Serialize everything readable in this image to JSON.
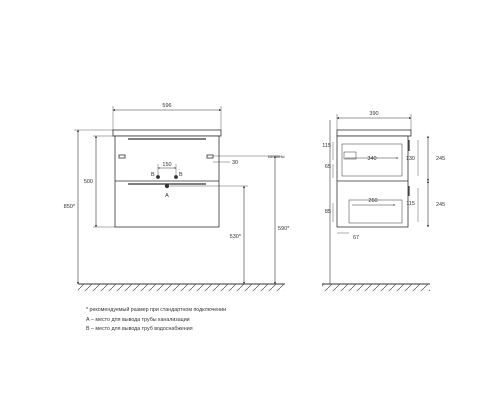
{
  "front": {
    "width_label": "596",
    "height_label": "500",
    "total_height_label": "850*",
    "pipe_spacing_label": "150",
    "side_offset_label": "30",
    "outlet_height_a": "530*",
    "outlet_height_b": "590*",
    "marker_b_left": "B",
    "marker_b_right": "B",
    "marker_a": "A",
    "side_note": "колонны"
  },
  "side": {
    "depth_label": "390",
    "top_gap_label": "115",
    "upper_gap_label": "65",
    "upper_inner_label": "340",
    "lower_inner_label": "260",
    "lower_gap_label": "85",
    "bottom_offset_label": "67",
    "right_upper_label": "130",
    "right_lower_label": "115",
    "right_upper_total": "245",
    "right_lower_total": "245"
  },
  "notes": [
    "* рекомендуемый размер при стандартном подключении",
    "А – место для вывода трубы канализации",
    "В – место для вывода труб водоснабжения"
  ]
}
